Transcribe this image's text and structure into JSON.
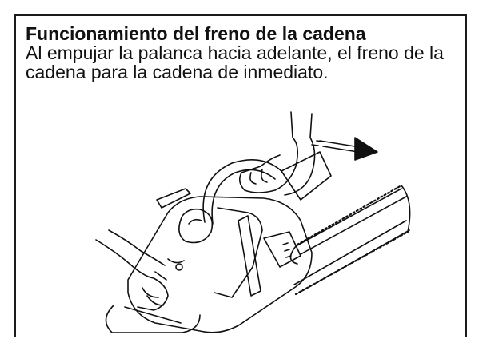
{
  "caption": {
    "title": "Funcionamiento del freno de la cadena",
    "body": "Al empujar la palanca hacia adelante, el freno de la cadena para la cadena de inmediato."
  },
  "illustration": {
    "subject": "chainsaw-chain-brake",
    "stroke_color": "#111111"
  }
}
